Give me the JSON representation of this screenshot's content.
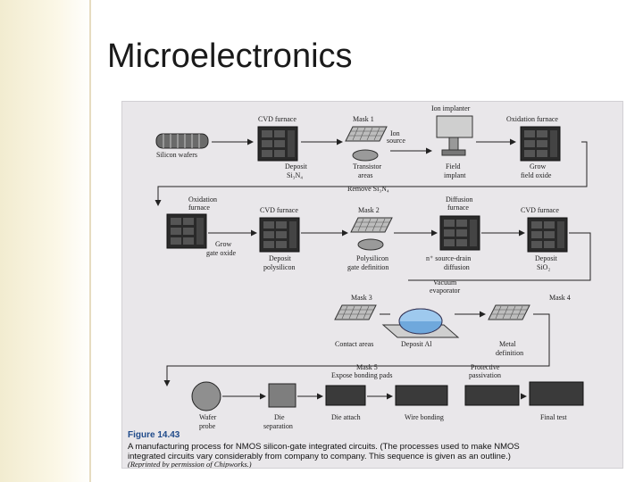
{
  "slide": {
    "title": "Microelectronics"
  },
  "figure": {
    "row1": {
      "cvd_furnace": "CVD furnace",
      "mask1": "Mask 1",
      "ion_implanter": "Ion implanter",
      "oxidation_furnace": "Oxidation furnace",
      "ion_source": [
        "Ion",
        "source"
      ],
      "silicon_wafers": "Silicon wafers",
      "deposit_si3n4": [
        "Deposit",
        "Si₃N₄"
      ],
      "transistor_areas": [
        "Transistor",
        "areas"
      ],
      "field_implant": [
        "Field",
        "implant"
      ],
      "grow_field_oxide": [
        "Grow",
        "field oxide"
      ],
      "remove_si3n4": "Remove Si₃N₄"
    },
    "row2": {
      "oxidation_furnace": [
        "Oxidation",
        "furnace"
      ],
      "cvd_furnace": "CVD furnace",
      "mask2": "Mask 2",
      "diffusion_furnace": [
        "Diffusion",
        "furnace"
      ],
      "cvd_furnace2": "CVD furnace",
      "grow_gate_oxide": [
        "Grow",
        "gate oxide"
      ],
      "deposit_polysilicon": [
        "Deposit",
        "polysilicon"
      ],
      "polysilicon_gate_definition": [
        "Polysilicon",
        "gate definition"
      ],
      "n_source_drain": [
        "n⁺ source-drain",
        "diffusion"
      ],
      "deposit_sio2": [
        "Deposit",
        "SiO₂"
      ]
    },
    "row3": {
      "vacuum_evaporator": [
        "Vacuum",
        "evaporator"
      ],
      "mask3": "Mask 3",
      "mask4": "Mask 4",
      "contact_areas": "Contact areas",
      "deposit_al": "Deposit Al",
      "metal_definition": [
        "Metal",
        "definition"
      ]
    },
    "row4": {
      "mask5": [
        "Mask 5",
        "Expose bonding pads"
      ],
      "protective_passivation": [
        "Protective",
        "passivation"
      ],
      "wafer_probe": [
        "Wafer",
        "probe"
      ],
      "die_separation": [
        "Die",
        "separation"
      ],
      "die_attach": "Die attach",
      "wire_bonding": "Wire bonding",
      "final_test": "Final test"
    },
    "caption": {
      "number": "Figure 14.43",
      "line1": "A manufacturing process for NMOS silicon-gate integrated circuits. (The processes used to make NMOS",
      "line2": "integrated circuits vary considerably from company to company. This sequence is given as an outline.)",
      "credit": "(Reprinted by permission of Chipworks.)"
    }
  }
}
